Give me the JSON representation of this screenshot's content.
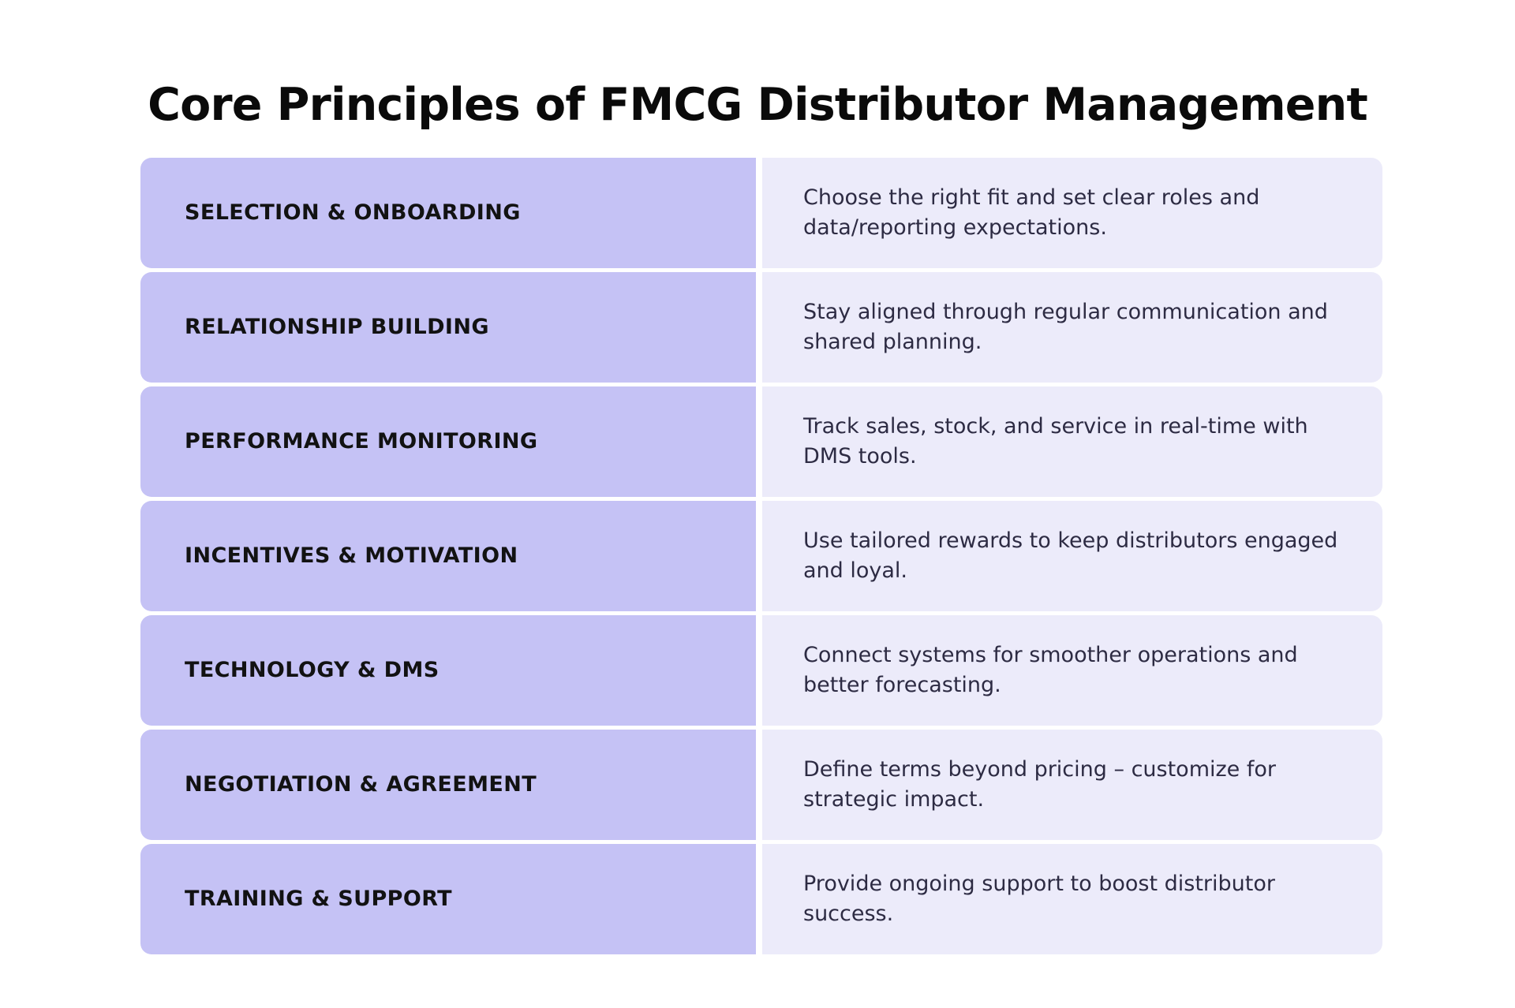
{
  "title": "Core Principles of FMCG Distributor Management",
  "theme": {
    "background": "#ffffff",
    "label_panel_color": "#c5c2f5",
    "description_panel_color": "#ecebfa",
    "title_color": "#0a0a0a",
    "label_text_color": "#121212",
    "description_text_color": "#2d2b43"
  },
  "rows": [
    {
      "label": "SELECTION & ONBOARDING",
      "description": "Choose the right fit and set clear roles and data/reporting expectations."
    },
    {
      "label": "RELATIONSHIP BUILDING",
      "description": "Stay aligned through regular communication and shared planning."
    },
    {
      "label": "PERFORMANCE MONITORING",
      "description": "Track sales, stock, and service in real-time with DMS tools."
    },
    {
      "label": "INCENTIVES & MOTIVATION",
      "description": "Use tailored rewards to keep distributors engaged and loyal."
    },
    {
      "label": "TECHNOLOGY & DMS",
      "description": "Connect systems for smoother operations and better forecasting."
    },
    {
      "label": "NEGOTIATION & AGREEMENT",
      "description": "Define terms beyond pricing – customize for strategic impact."
    },
    {
      "label": "TRAINING & SUPPORT",
      "description": "Provide ongoing support to boost distributor success."
    }
  ]
}
